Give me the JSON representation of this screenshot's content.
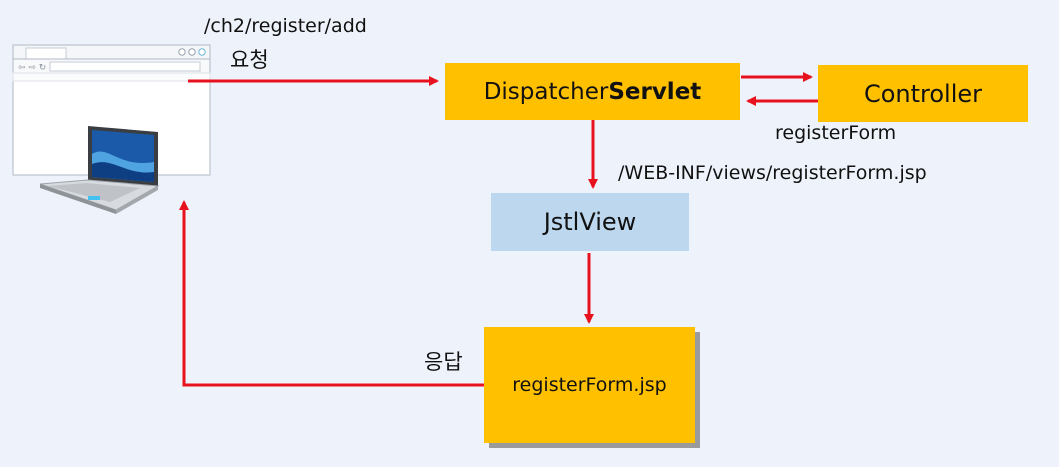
{
  "request": {
    "url": "/ch2/register/add",
    "label": "요청"
  },
  "dispatcher": {
    "prefix": "Dispatcher",
    "bold": "Servlet"
  },
  "controller": {
    "label": "Controller",
    "return_value": "registerForm"
  },
  "view_path": "/WEB-INF/views/registerForm.jsp",
  "jstl_view": {
    "label": "JstlView"
  },
  "jsp_page": {
    "label": "registerForm.jsp"
  },
  "response": {
    "label": "응답"
  },
  "colors": {
    "arrow": "#e8121f",
    "gold": "#ffc000",
    "light_blue": "#bdd7ee",
    "background": "#eef3fb"
  }
}
